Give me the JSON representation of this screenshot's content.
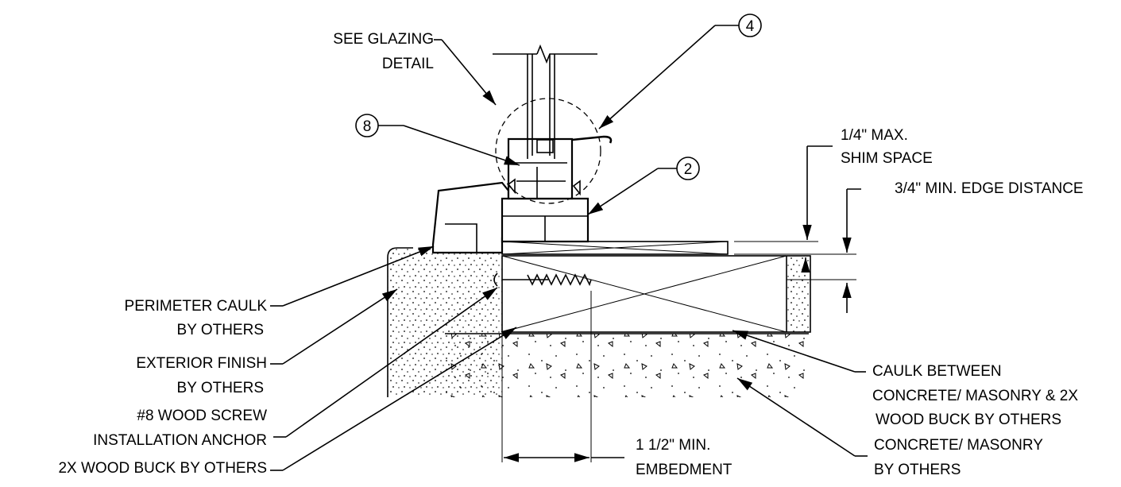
{
  "labels": {
    "see_glazing_1": "SEE GLAZING",
    "see_glazing_2": "DETAIL",
    "callout_4": "4",
    "callout_8": "8",
    "callout_2": "2",
    "shim_1": "1/4\" MAX.",
    "shim_2": "SHIM SPACE",
    "edge_distance": "3/4\" MIN. EDGE DISTANCE",
    "perimeter_caulk_1": "PERIMETER CAULK",
    "perimeter_caulk_2": "BY OTHERS",
    "exterior_finish_1": "EXTERIOR FINISH",
    "exterior_finish_2": "BY OTHERS",
    "wood_screw_1": "#8 WOOD SCREW",
    "wood_screw_2": "INSTALLATION ANCHOR",
    "wood_buck": "2X WOOD BUCK BY OTHERS",
    "embedment_1": "1 1/2\" MIN.",
    "embedment_2": "EMBEDMENT",
    "caulk_between_1": "CAULK BETWEEN",
    "caulk_between_2": "CONCRETE/ MASONRY & 2X",
    "caulk_between_3": "WOOD BUCK BY OTHERS",
    "concrete_1": "CONCRETE/ MASONRY",
    "concrete_2": "BY OTHERS"
  }
}
